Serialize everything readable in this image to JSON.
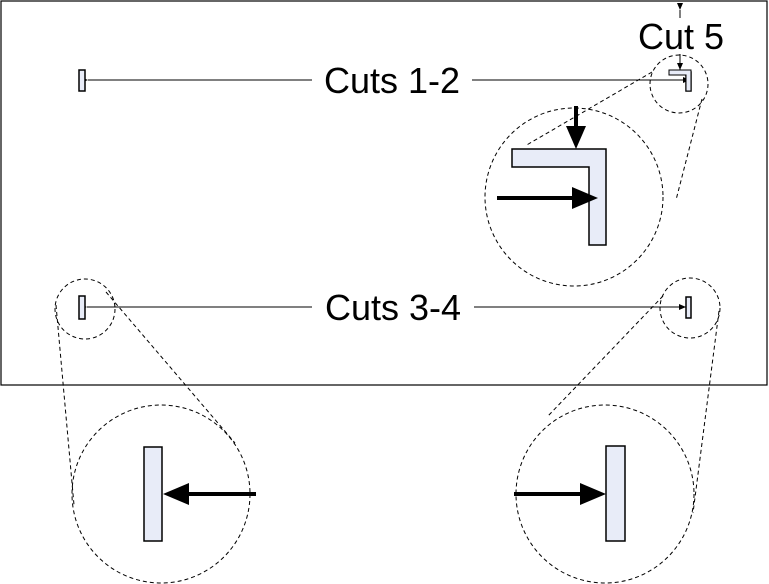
{
  "labels": {
    "cuts_1_2": "Cuts 1-2",
    "cuts_3_4": "Cuts 3-4",
    "cut_5": "Cut 5"
  },
  "colors": {
    "piece_fill": "#e8ecf8",
    "line": "#000000",
    "background": "#ffffff"
  }
}
